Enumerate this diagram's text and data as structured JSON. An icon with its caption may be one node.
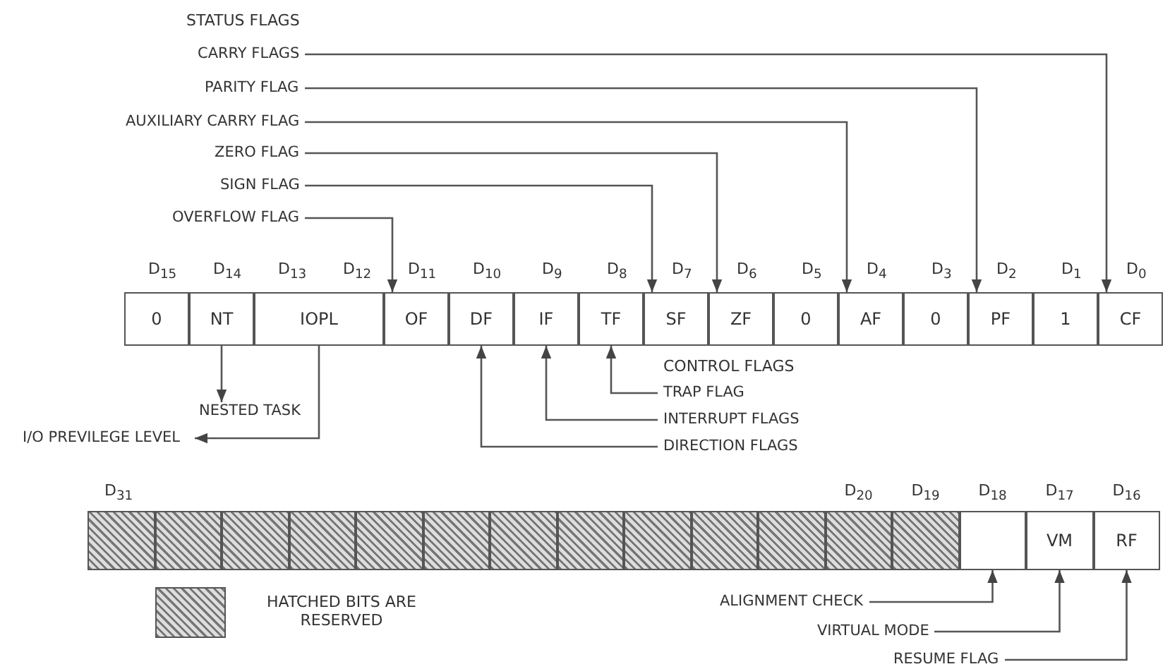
{
  "diagram": {
    "nodes": [
      {
        "text": [
          "CARRY FLAGS"
        ]
      },
      {
        "text": [
          "PARITY FLAG"
        ]
      },
      {
        "text": [
          "AUXILIARY CARRY FLAG"
        ]
      },
      {
        "text": [
          "ZERO FLAG"
        ]
      },
      {
        "text": [
          "SIGN FLAG"
        ]
      },
      {
        "text": [
          "OVERFLOW FLAG"
        ]
      },
      {
        "text": [
          "0"
        ]
      },
      {
        "text": [
          "NT"
        ]
      },
      {
        "text": [
          "IOPL"
        ]
      },
      {
        "text": [
          "OF"
        ]
      },
      {
        "text": [
          "DF"
        ]
      },
      {
        "text": [
          "IF"
        ]
      },
      {
        "text": [
          "TF"
        ]
      },
      {
        "text": [
          "SF"
        ]
      },
      {
        "text": [
          "ZF"
        ]
      },
      {
        "text": [
          "0"
        ]
      },
      {
        "text": [
          "AF"
        ]
      },
      {
        "text": [
          "0"
        ]
      },
      {
        "text": [
          "PF"
        ]
      },
      {
        "text": [
          "1"
        ]
      },
      {
        "text": [
          "CF"
        ]
      },
      {
        "text": [
          "TRAP FLAG"
        ]
      },
      {
        "text": [
          "NESTED TASK"
        ]
      },
      {
        "text": [
          "INTERRUPT FLAGS"
        ]
      },
      {
        "text": [
          "I/O PREVILEGE LEVEL"
        ]
      },
      {
        "text": [
          "DIRECTION FLAGS"
        ]
      },
      {
        "text": [],
        "shape": "box"
      },
      {
        "text": [],
        "shape": "box"
      },
      {
        "text": [],
        "shape": "box"
      },
      {
        "text": [],
        "shape": "box"
      },
      {
        "text": [],
        "shape": "box"
      },
      {
        "text": [],
        "shape": "box"
      },
      {
        "text": [],
        "shape": "box"
      },
      {
        "text": [],
        "shape": "box"
      },
      {
        "text": [],
        "shape": "box"
      },
      {
        "text": [],
        "shape": "box"
      },
      {
        "text": [],
        "shape": "box"
      },
      {
        "text": [],
        "shape": "box"
      },
      {
        "text": [],
        "shape": "box"
      },
      {
        "text": [],
        "shape": "box"
      },
      {
        "text": [
          "VM"
        ]
      },
      {
        "text": [
          "RF"
        ]
      },
      {
        "text": [
          "ALIGNMENT CHECK"
        ]
      },
      {
        "text": [
          "VIRTUAL MODE"
        ]
      },
      {
        "text": [
          "RESUME FLAG"
        ]
      }
    ],
    "edges": [
      {
        "from": 0,
        "to": 20,
        "arrow": "to"
      },
      {
        "from": 1,
        "to": 18,
        "arrow": "to"
      },
      {
        "from": 2,
        "to": 16,
        "arrow": "to"
      },
      {
        "from": 3,
        "to": 14,
        "arrow": "to"
      },
      {
        "from": 4,
        "to": 13,
        "arrow": "to"
      },
      {
        "from": 5,
        "to": 9,
        "arrow": "to"
      },
      {
        "from": 7,
        "to": 22,
        "arrow": "to"
      },
      {
        "from": 8,
        "to": 24,
        "arrow": "to"
      },
      {
        "from": 21,
        "to": 12,
        "arrow": "to"
      },
      {
        "from": 23,
        "to": 11,
        "arrow": "to"
      },
      {
        "from": 25,
        "to": 10,
        "arrow": "to"
      },
      {
        "from": 42,
        "to": 39,
        "arrow": "to"
      },
      {
        "from": 43,
        "to": 40,
        "arrow": "to"
      },
      {
        "from": 44,
        "to": 41,
        "arrow": "to"
      }
    ],
    "labels": [
      "STATUS FLAGS",
      "D$_{15}$",
      "D$_{14}$",
      "D$_{13}$",
      "D$_{12}$",
      "D$_{11}$",
      "D$_{10}$",
      "D$_{9}$",
      "D$_{8}$",
      "D$_{7}$",
      "D$_{6}$",
      "D$_{5}$",
      "D$_{4}$",
      "D$_{3}$",
      "D$_{2}$",
      "D$_{1}$",
      "D$_{0}$",
      "CONTROL FLAGS",
      "D$_{31}$",
      "D$_{20}$",
      "D$_{19}$",
      "D$_{18}$",
      "D$_{17}$",
      "D$_{16}$"
    ],
    "legend": [
      {
        "text": "HATCHED BITS ARE RESERVED"
      }
    ]
  }
}
